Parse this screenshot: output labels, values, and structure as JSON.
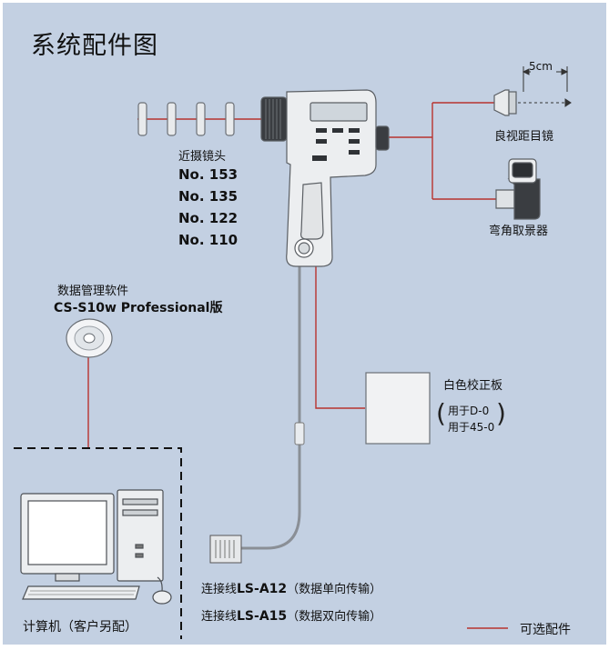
{
  "title": "系统配件图",
  "close_up_lens": {
    "label": "近摄镜头",
    "models": [
      "No. 153",
      "No. 135",
      "No. 122",
      "No. 110"
    ]
  },
  "eyepiece": {
    "label": "良视距目镜",
    "distance": "5cm"
  },
  "right_angle_finder": {
    "label": "弯角取景器"
  },
  "software": {
    "label": "数据管理软件",
    "name": "CS-S10w Professional版"
  },
  "white_plate": {
    "label": "白色校正板",
    "uses": [
      "用于D-0",
      "用于45-0"
    ]
  },
  "cables": [
    {
      "name": "连接线LS-A12",
      "desc": "（数据单向传输）"
    },
    {
      "name": "连接线LS-A15",
      "desc": "（数据双向传输）"
    }
  ],
  "computer": {
    "label": "计算机（客户另配）"
  },
  "legend": {
    "label": "可选配件",
    "color": "#c0392b"
  }
}
